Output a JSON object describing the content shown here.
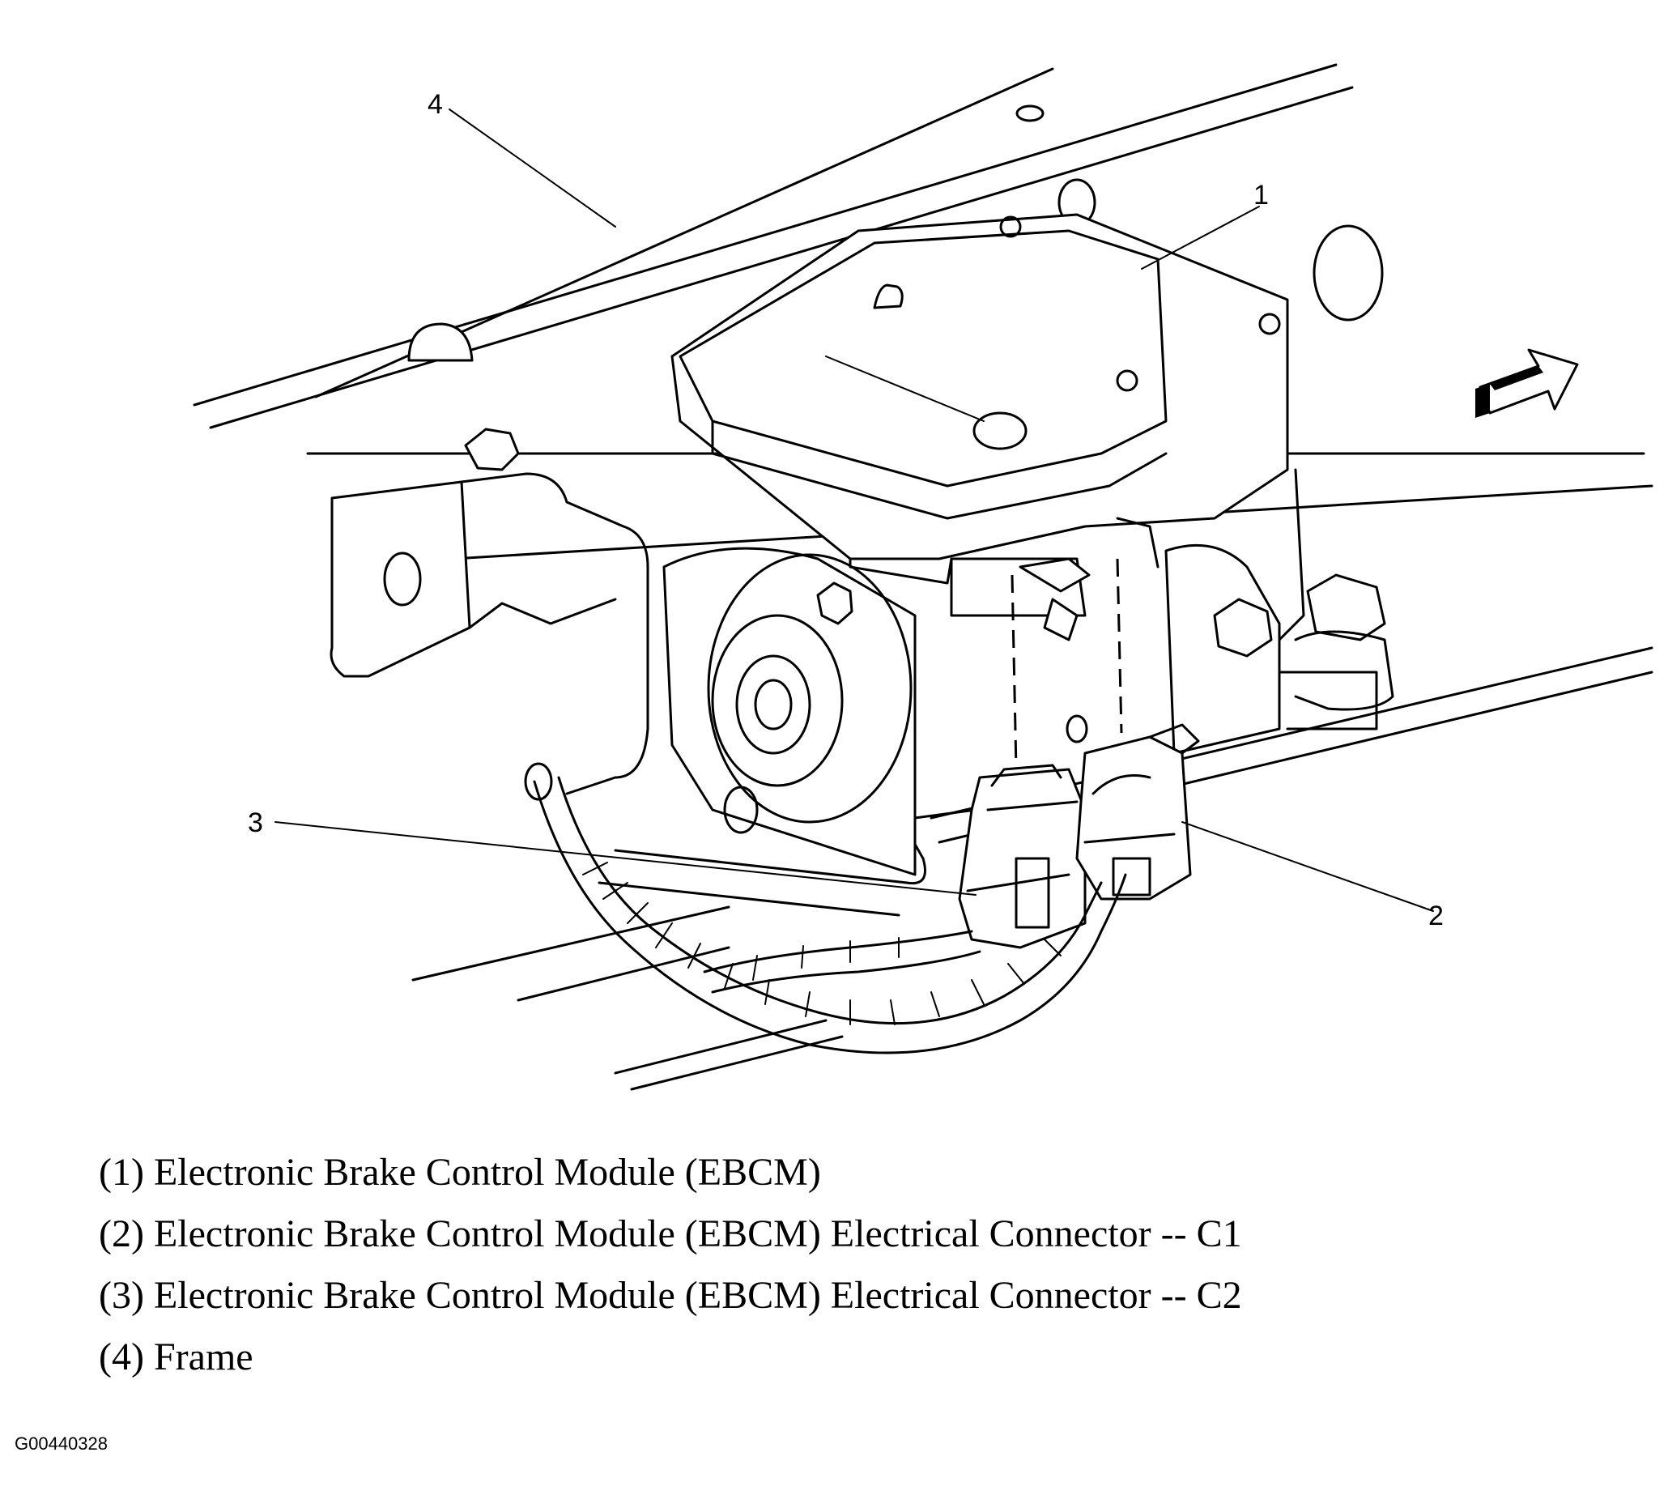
{
  "callouts": [
    {
      "id": "1",
      "label": "1"
    },
    {
      "id": "2",
      "label": "2"
    },
    {
      "id": "3",
      "label": "3"
    },
    {
      "id": "4",
      "label": "4"
    }
  ],
  "legend": [
    {
      "text": "(1) Electronic Brake Control Module (EBCM)"
    },
    {
      "text": "(2) Electronic Brake Control Module (EBCM) Electrical Connector -- C1"
    },
    {
      "text": "(3) Electronic Brake Control Module (EBCM) Electrical Connector -- C2"
    },
    {
      "text": "(4) Frame"
    }
  ],
  "figure_id": "G00440328",
  "icons": [
    "direction-arrow-icon"
  ]
}
